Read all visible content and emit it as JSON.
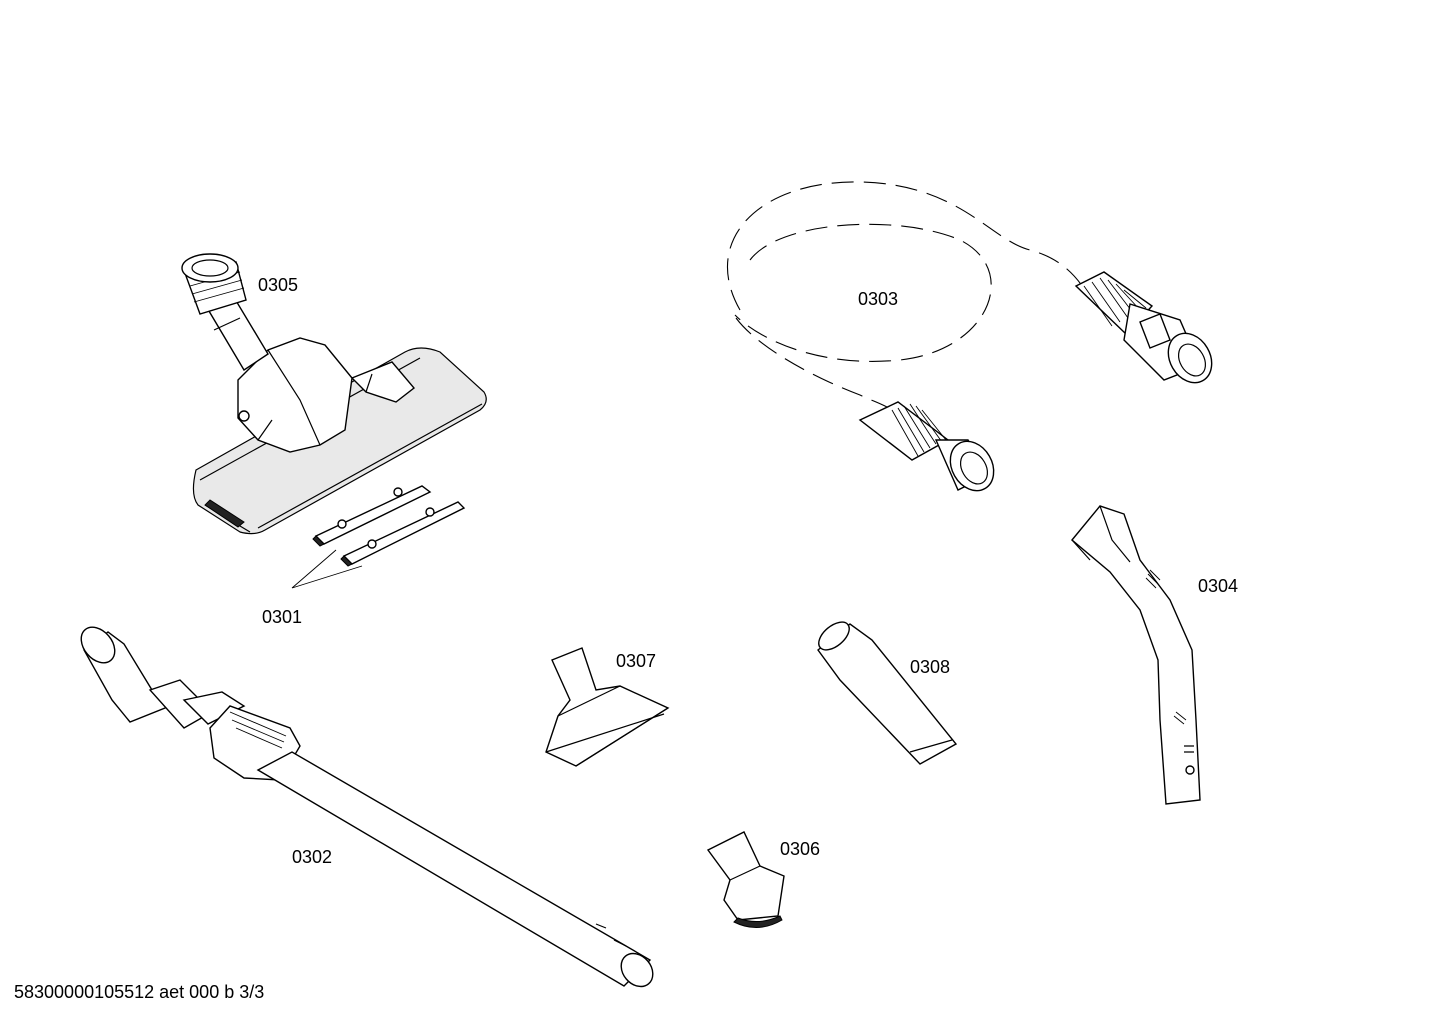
{
  "parts": [
    {
      "id": "0305",
      "name": "floor-nozzle"
    },
    {
      "id": "0301",
      "name": "nozzle-strips"
    },
    {
      "id": "0303",
      "name": "suction-hose"
    },
    {
      "id": "0304",
      "name": "handle-bend"
    },
    {
      "id": "0302",
      "name": "telescopic-tube"
    },
    {
      "id": "0307",
      "name": "upholstery-nozzle"
    },
    {
      "id": "0308",
      "name": "crevice-nozzle"
    },
    {
      "id": "0306",
      "name": "small-brush-nozzle"
    }
  ],
  "footer": "58300000105512 aet 000 b 3/3",
  "colors": {
    "line": "#000000",
    "background": "#ffffff"
  }
}
